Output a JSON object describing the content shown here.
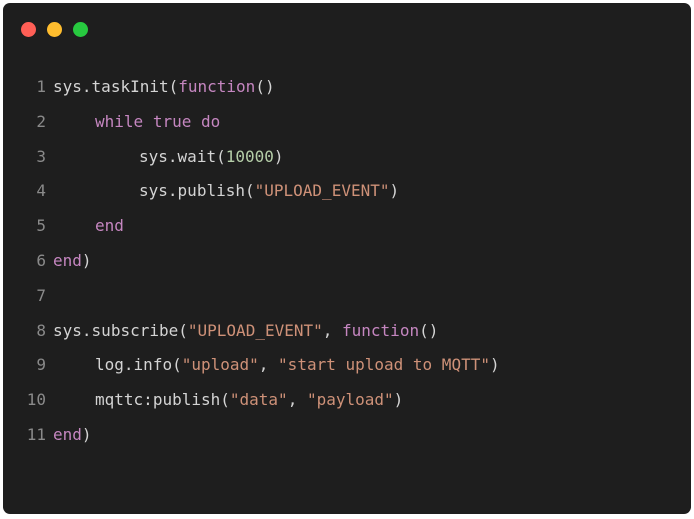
{
  "window": {
    "controls": [
      {
        "name": "close",
        "color": "#ff5f56"
      },
      {
        "name": "minimize",
        "color": "#ffbd2e"
      },
      {
        "name": "maximize",
        "color": "#27c93f"
      }
    ]
  },
  "code": {
    "lines": [
      {
        "number": "1",
        "tokens": [
          "sys",
          ".",
          "taskInit",
          "(",
          "function",
          "()"
        ]
      },
      {
        "number": "2",
        "tokens": [
          "while",
          " ",
          "true",
          " ",
          "do"
        ]
      },
      {
        "number": "3",
        "tokens": [
          "sys",
          ".",
          "wait",
          "(",
          "10000",
          ")"
        ]
      },
      {
        "number": "4",
        "tokens": [
          "sys",
          ".",
          "publish",
          "(",
          "\"UPLOAD_EVENT\"",
          ")"
        ]
      },
      {
        "number": "5",
        "tokens": [
          "end"
        ]
      },
      {
        "number": "6",
        "tokens": [
          "end",
          ")"
        ]
      },
      {
        "number": "7",
        "tokens": []
      },
      {
        "number": "8",
        "tokens": [
          "sys",
          ".",
          "subscribe",
          "(",
          "\"UPLOAD_EVENT\"",
          ", ",
          "function",
          "()"
        ]
      },
      {
        "number": "9",
        "tokens": [
          "log",
          ".",
          "info",
          "(",
          "\"upload\"",
          ", ",
          "\"start upload to MQTT\"",
          ")"
        ]
      },
      {
        "number": "10",
        "tokens": [
          "mqttc",
          ":",
          "publish",
          "(",
          "\"data\"",
          ", ",
          "\"payload\"",
          ")"
        ]
      },
      {
        "number": "11",
        "tokens": [
          "end",
          ")"
        ]
      }
    ]
  }
}
